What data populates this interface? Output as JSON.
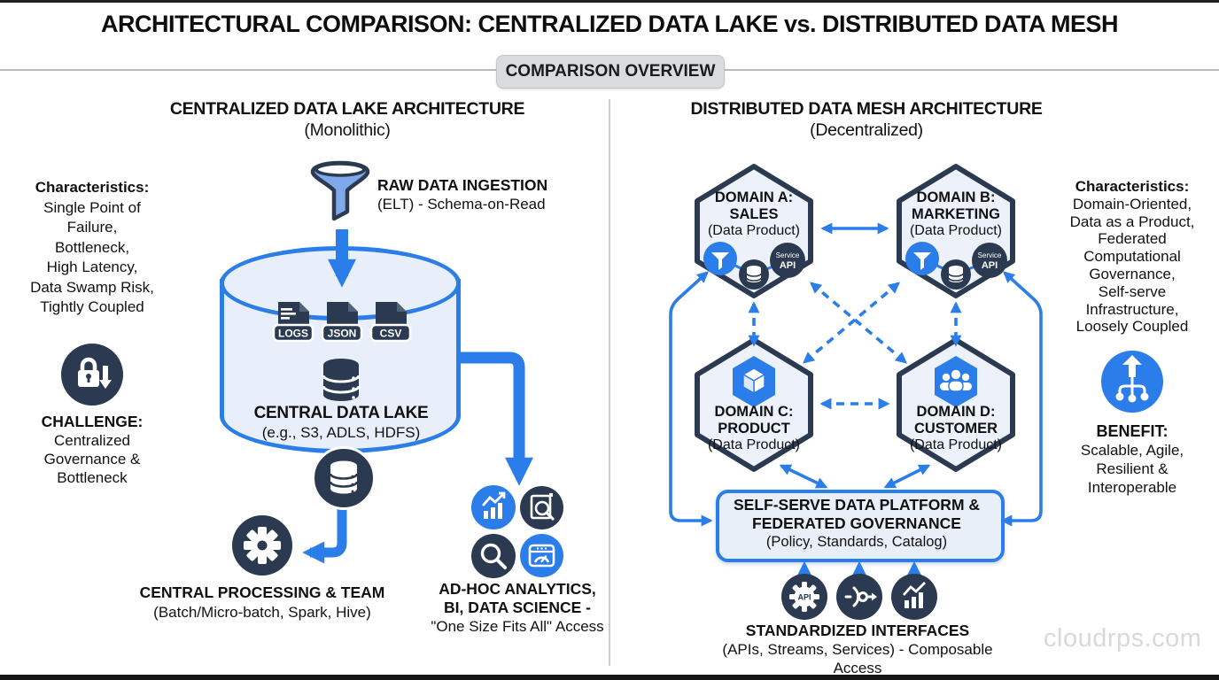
{
  "page": {
    "title": "ARCHITECTURAL COMPARISON: CENTRALIZED DATA LAKE vs. DISTRIBUTED DATA MESH",
    "badge": "COMPARISON OVERVIEW",
    "watermark": "cloudrps.com"
  },
  "colors": {
    "accent_blue": "#2b7de9",
    "dark_navy": "#2b3a50",
    "panel_fill": "#e9effa"
  },
  "icons": [
    "funnel-icon",
    "lock-down-icon",
    "gear-icon",
    "database-icon",
    "file-logs-icon",
    "file-json-icon",
    "file-csv-icon",
    "bar-chart-icon",
    "doc-search-icon",
    "magnifier-icon",
    "dashboard-icon",
    "cube-icon",
    "people-icon",
    "api-gear-icon",
    "stream-icon",
    "scale-up-icon"
  ],
  "left": {
    "heading": "CENTRALIZED DATA LAKE ARCHITECTURE",
    "subheading": "(Monolithic)",
    "characteristics": {
      "label": "Characteristics:",
      "lines": [
        "Single Point of",
        "Failure,",
        "Bottleneck,",
        "High Latency,",
        "Data Swamp Risk,",
        "Tightly Coupled"
      ]
    },
    "challenge": {
      "label": "CHALLENGE:",
      "lines": [
        "Centralized",
        "Governance &",
        "Bottleneck"
      ]
    },
    "ingestion": {
      "title": "RAW DATA INGESTION",
      "subtitle": "(ELT) - Schema-on-Read"
    },
    "lake": {
      "files": [
        "LOGS",
        "JSON",
        "CSV"
      ],
      "title": "CENTRAL DATA LAKE",
      "subtitle": "(e.g., S3, ADLS, HDFS)"
    },
    "processing": {
      "title": "CENTRAL PROCESSING & TEAM",
      "subtitle": "(Batch/Micro-batch, Spark, Hive)"
    },
    "analytics": {
      "line1": "AD-HOC ANALYTICS,",
      "line2": "BI, DATA SCIENCE -",
      "line3": "\"One Size Fits All\" Access"
    }
  },
  "right": {
    "heading": "DISTRIBUTED DATA MESH ARCHITECTURE",
    "subheading": "(Decentralized)",
    "characteristics": {
      "label": "Characteristics:",
      "lines": [
        "Domain-Oriented,",
        "Data as a Product,",
        "Federated",
        "Computational",
        "Governance,",
        "Self-serve",
        "Infrastructure,",
        "Loosely Coupled"
      ]
    },
    "benefit": {
      "label": "BENEFIT:",
      "lines": [
        "Scalable, Agile,",
        "Resilient &",
        "Interoperable"
      ]
    },
    "domains": [
      {
        "line1": "DOMAIN A:",
        "line2": "SALES",
        "line3": "(Data Product)",
        "service_label": "Service",
        "api_label": "API"
      },
      {
        "line1": "DOMAIN B:",
        "line2": "MARKETING",
        "line3": "(Data Product)",
        "service_label": "Service",
        "api_label": "API"
      },
      {
        "line1": "DOMAIN C:",
        "line2": "PRODUCT",
        "line3": "(Data Product)"
      },
      {
        "line1": "DOMAIN D:",
        "line2": "CUSTOMER",
        "line3": "(Data Product)"
      }
    ],
    "platform": {
      "line1": "SELF-SERVE DATA PLATFORM &",
      "line2": "FEDERATED GOVERNANCE",
      "line3": "(Policy, Standards, Catalog)"
    },
    "interfaces": {
      "title": "STANDARDIZED INTERFACES",
      "subtitle": "(APIs, Streams, Services) - Composable Access",
      "api_icon_label": "API"
    }
  }
}
